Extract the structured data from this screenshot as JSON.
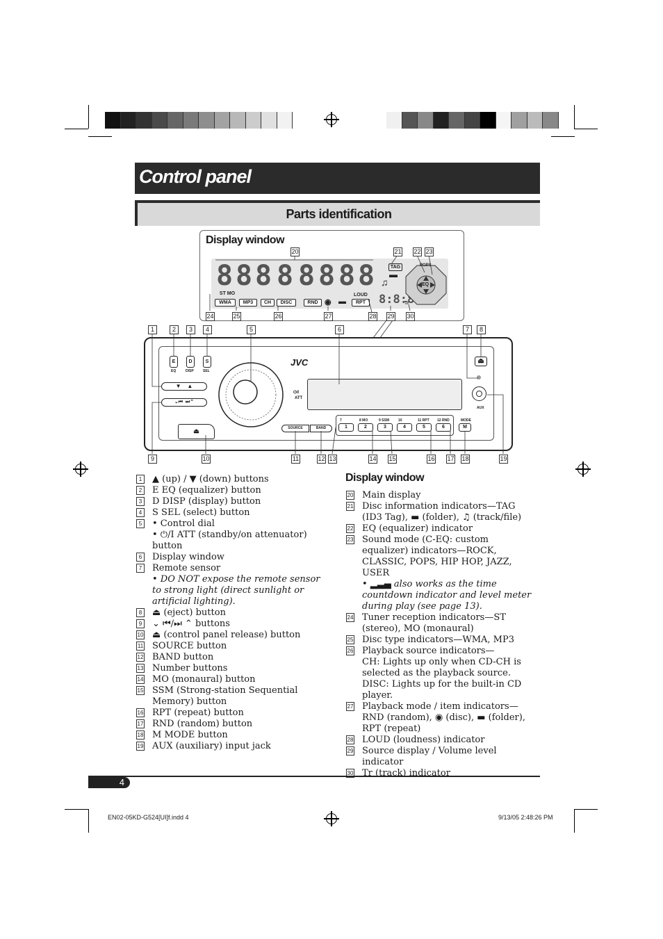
{
  "header": {
    "title": "Control panel",
    "subtitle": "Parts identification"
  },
  "display_window_title": "Display window",
  "lcd": {
    "digits": [
      "8",
      "8",
      "8",
      "8",
      "8",
      "8",
      "8",
      "8"
    ],
    "st_mo": "ST MO",
    "wma": "WMA",
    "mp3": "MP3",
    "ch": "CH",
    "disc": "DISC",
    "rnd": "RND",
    "rpt": "RPT",
    "loud": "LOUD",
    "tag": "TAG",
    "eq": "EQ",
    "pops": "POPS",
    "small_digits": "8:8:8",
    "tr": "Tr"
  },
  "lcd_callouts": [
    "20",
    "21",
    "22",
    "23",
    "24",
    "25",
    "26",
    "27",
    "28",
    "29",
    "30"
  ],
  "panel_callouts": [
    "1",
    "2",
    "3",
    "4",
    "5",
    "6",
    "7",
    "8",
    "9",
    "10",
    "11",
    "12",
    "13",
    "14",
    "15",
    "16",
    "17",
    "18",
    "19"
  ],
  "panel": {
    "brand": "JVC",
    "e": "E",
    "eq": "EQ",
    "d": "D",
    "disp": "DISP",
    "s": "S",
    "sel": "SEL",
    "standby": "⏻/I",
    "att": "ATT",
    "source": "SOURCE",
    "band": "BAND",
    "mode": "MODE",
    "m": "M",
    "aux": "AUX",
    "preset_nums": [
      "1",
      "2",
      "3",
      "4",
      "5",
      "6"
    ],
    "preset_caps": [
      "7",
      "8 MO",
      "9 SSM",
      "10",
      "11 RPT",
      "12 RND"
    ]
  },
  "left_list": [
    {
      "n": "1",
      "t": "▲ (up) / ▼ (down) buttons"
    },
    {
      "n": "2",
      "t": "E EQ (equalizer) button"
    },
    {
      "n": "3",
      "t": "D DISP (display) button"
    },
    {
      "n": "4",
      "t": "S SEL (select) button"
    },
    {
      "n": "5",
      "t": "•  Control dial"
    },
    {
      "n": "",
      "t": "•  ⏻/I ATT (standby/on attenuator) button"
    },
    {
      "n": "6",
      "t": "Display window"
    },
    {
      "n": "7",
      "t": "Remote sensor"
    },
    {
      "n": "",
      "t": "•  DO NOT expose the remote sensor to strong light (direct sunlight or artificial lighting).",
      "italic": true
    },
    {
      "n": "8",
      "t": "⏏ (eject) button"
    },
    {
      "n": "9",
      "t": "⌄ ⏮/⏭ ⌃ buttons"
    },
    {
      "n": "10",
      "t": "⏏ (control panel release) button"
    },
    {
      "n": "11",
      "t": "SOURCE button"
    },
    {
      "n": "12",
      "t": "BAND button"
    },
    {
      "n": "13",
      "t": "Number buttons"
    },
    {
      "n": "14",
      "t": "MO (monaural) button"
    },
    {
      "n": "15",
      "t": "SSM (Strong-station Sequential Memory) button"
    },
    {
      "n": "16",
      "t": "RPT (repeat) button"
    },
    {
      "n": "17",
      "t": "RND (random) button"
    },
    {
      "n": "18",
      "t": "M MODE button"
    },
    {
      "n": "19",
      "t": "AUX (auxiliary) input jack"
    }
  ],
  "right_heading": "Display window",
  "right_list": [
    {
      "n": "20",
      "t": "Main display"
    },
    {
      "n": "21",
      "t": "Disc information indicators—TAG (ID3 Tag), ▬ (folder), ♫ (track/file)"
    },
    {
      "n": "22",
      "t": "EQ (equalizer) indicator"
    },
    {
      "n": "23",
      "t": "Sound mode (C-EQ: custom equalizer) indicators—ROCK, CLASSIC, POPS, HIP HOP, JAZZ, USER"
    },
    {
      "n": "",
      "t": "•  ▂▃▄ also works as the time countdown indicator and level meter during play (see page 13).",
      "italic": true
    },
    {
      "n": "24",
      "t": "Tuner reception indicators—ST (stereo), MO (monaural)"
    },
    {
      "n": "25",
      "t": "Disc type indicators—WMA, MP3"
    },
    {
      "n": "26",
      "t": "Playback source indicators—"
    },
    {
      "n": "",
      "t": "CH: Lights up only when CD-CH is selected as the playback source."
    },
    {
      "n": "",
      "t": "DISC: Lights up for the built-in CD player."
    },
    {
      "n": "27",
      "t": "Playback mode / item indicators— RND (random), ◉ (disc), ▬ (folder), RPT (repeat)"
    },
    {
      "n": "28",
      "t": "LOUD (loudness) indicator"
    },
    {
      "n": "29",
      "t": "Source display / Volume level indicator"
    },
    {
      "n": "30",
      "t": "Tr (track) indicator"
    }
  ],
  "footer": {
    "page": "4",
    "file": "EN02-05KD-G524[UI]f.indd   4",
    "date": "9/13/05   2:48:26 PM"
  },
  "swatches_left": [
    "#111111",
    "#222222",
    "#333333",
    "#4a4a4a",
    "#666666",
    "#7a7a7a",
    "#8e8e8e",
    "#a3a3a3",
    "#b8b8b8",
    "#cccccc",
    "#e0e0e0",
    "#f2f2f2"
  ],
  "swatches_right": [
    "#f0f0f0",
    "#555555",
    "#888888",
    "#222222",
    "#666666",
    "#444444",
    "#000000",
    "#f5f5f5",
    "#a0a0a0",
    "#bbbbbb",
    "#888888"
  ]
}
